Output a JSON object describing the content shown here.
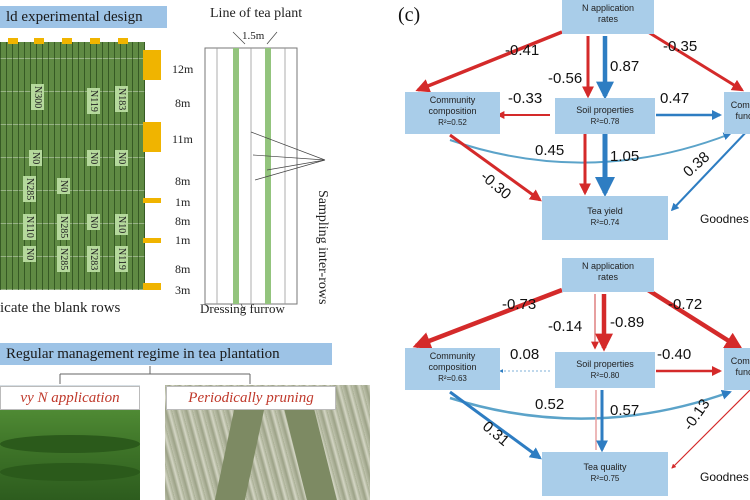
{
  "panel_a": {
    "title": "ld experimental design",
    "plot_labels": [
      "N300",
      "N119",
      "N183",
      "N0",
      "N0",
      "N0",
      "N285",
      "N0",
      "N110",
      "N285",
      "N0",
      "N10",
      "N0",
      "N285",
      "N283",
      "N119"
    ],
    "distances": [
      "12m",
      "8m",
      "11m",
      "8m",
      "1m",
      "8m",
      "1m",
      "8m",
      "3m"
    ],
    "caption": "icate the blank rows"
  },
  "panel_b": {
    "title": "Line of tea plant",
    "width_label": "1.5m",
    "sampling_label": "Sampling inter-rows",
    "furrow_label": "Dressing furrow"
  },
  "panel_mgmt": {
    "title": "Regular management regime in tea plantation",
    "photo1_caption": "vy N application",
    "photo2_caption": "Periodically pruning"
  },
  "panel_c": {
    "letter": "(c)",
    "top": {
      "nodes": {
        "n_rates": {
          "line1": "N application",
          "line2": "rates"
        },
        "community": {
          "line1": "Community",
          "line2": "composition",
          "r2": "R²=0.52"
        },
        "soil": {
          "line1": "Soil properties",
          "r2": "R²=0.78"
        },
        "func": {
          "line1": "Comm",
          "line2": "func"
        },
        "yield": {
          "line1": "Tea yield",
          "r2": "R²=0.74"
        }
      },
      "coefs": {
        "n_comm": "-0.41",
        "n_func": "-0.35",
        "n_soil_neg": "-0.56",
        "n_soil_pos": "0.87",
        "soil_comm": "-0.33",
        "soil_func": "0.47",
        "comm_func": "0.45",
        "soil_yield": "1.05",
        "comm_yield": "-0.30",
        "func_yield": "0.38"
      },
      "goodness": "Goodnes"
    },
    "bottom": {
      "nodes": {
        "n_rates": {
          "line1": "N application",
          "line2": "rates"
        },
        "community": {
          "line1": "Community",
          "line2": "composition",
          "r2": "R²=0.63"
        },
        "soil": {
          "line1": "Soil properties",
          "r2": "R²=0.80"
        },
        "func": {
          "line1": "Comm",
          "line2": "func"
        },
        "quality": {
          "line1": "Tea quality",
          "r2": "R²=0.75"
        }
      },
      "coefs": {
        "n_comm": "-0.73",
        "n_func": "-0.72",
        "n_soil_a": "-0.14",
        "n_soil_b": "-0.89",
        "soil_comm": "0.08",
        "soil_func": "-0.40",
        "comm_func": "0.52",
        "soil_quality": "0.57",
        "comm_quality": "0.31",
        "func_quality": "-0.13"
      },
      "goodness": "Goodnes"
    }
  },
  "colors": {
    "negative": "#d42a2a",
    "positive": "#2e7dc2",
    "node_fill": "#a9cde9",
    "title_fill": "#9dc3e6",
    "field_green": "#5f8a43",
    "plot_yellow": "#f0b400"
  }
}
